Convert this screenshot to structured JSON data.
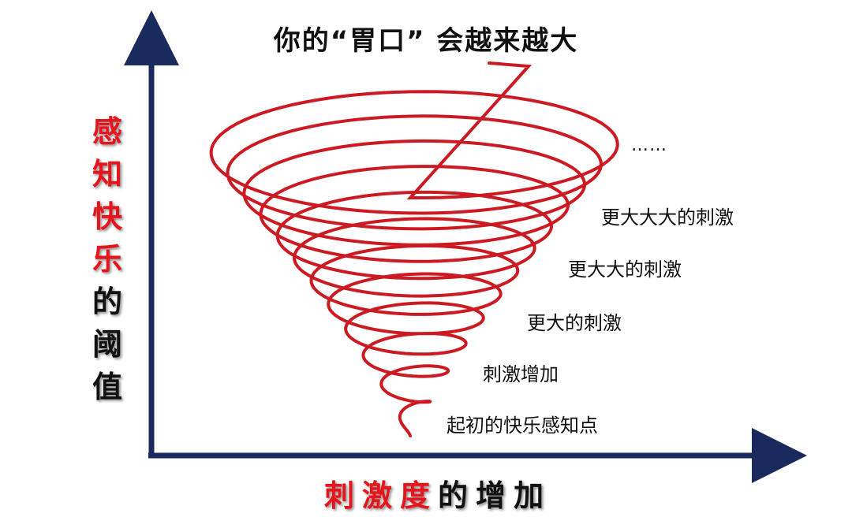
{
  "title": "你的“胃口” 会越来越大",
  "y_axis_label": [
    {
      "char": "感",
      "color": "#e8141c"
    },
    {
      "char": "知",
      "color": "#e8141c"
    },
    {
      "char": "快",
      "color": "#e8141c"
    },
    {
      "char": "乐",
      "color": "#e8141c"
    },
    {
      "char": "的",
      "color": "#111111"
    },
    {
      "char": "阈",
      "color": "#111111"
    },
    {
      "char": "值",
      "color": "#111111"
    }
  ],
  "x_axis_label": [
    {
      "char": "刺",
      "color": "#e8141c"
    },
    {
      "char": "激",
      "color": "#e8141c"
    },
    {
      "char": "度",
      "color": "#e8141c"
    },
    {
      "char": "的",
      "color": "#111111"
    },
    {
      "char": "增",
      "color": "#111111"
    },
    {
      "char": "加",
      "color": "#111111"
    }
  ],
  "stages": [
    "起初的快乐感知点",
    "刺激增加",
    "更大的刺激",
    "更大大的刺激",
    "更大大大的刺激"
  ],
  "ellipsis": "……",
  "colors": {
    "spiral": "#cc1a22",
    "axis": "#1b2a5e",
    "accent_red": "#e8141c",
    "text": "#111111"
  }
}
